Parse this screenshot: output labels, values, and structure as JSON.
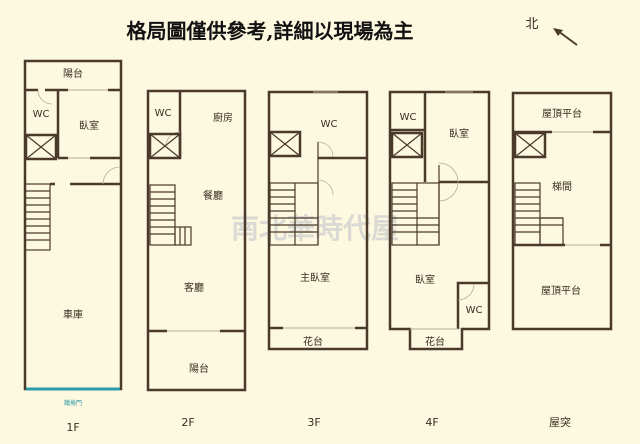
{
  "title": "格局圖僅供參考,詳細以現場為主",
  "compass": {
    "label": "北"
  },
  "watermark": "南北華時代屋",
  "colors": {
    "wall": "#4b3a2a",
    "background": "#fdf8e0",
    "shutter": "#2a9aa8"
  },
  "floors": {
    "f1": {
      "name": "1F",
      "rooms": [
        "陽台",
        "WC",
        "臥室",
        "車庫"
      ],
      "door_note": "鐵捲門"
    },
    "f2": {
      "name": "2F",
      "rooms": [
        "WC",
        "廚房",
        "餐廳",
        "客廳",
        "陽台"
      ]
    },
    "f3": {
      "name": "3F",
      "rooms": [
        "WC",
        "主臥室",
        "花台"
      ]
    },
    "f4": {
      "name": "4F",
      "rooms": [
        "WC",
        "臥室",
        "臥室",
        "WC",
        "花台"
      ]
    },
    "roof": {
      "name": "屋突",
      "rooms": [
        "屋頂平台",
        "梯間",
        "屋頂平台"
      ]
    }
  }
}
